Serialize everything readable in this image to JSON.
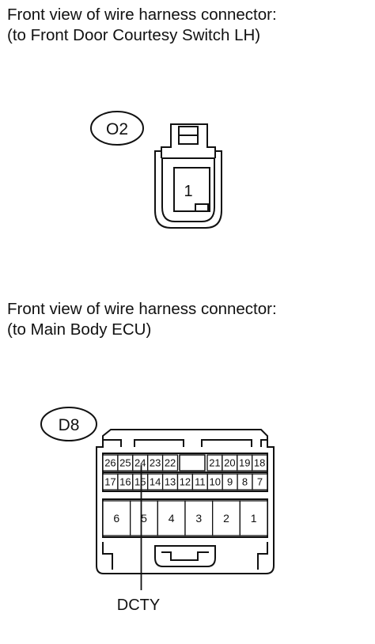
{
  "connector_o2": {
    "caption_line1": "Front view of wire harness connector:",
    "caption_line2": "(to Front Door Courtesy Switch LH)",
    "id_label": "O2",
    "pin": "1"
  },
  "connector_d8": {
    "caption_line1": "Front view of wire harness connector:",
    "caption_line2": "(to Main Body ECU)",
    "id_label": "D8",
    "row1_left": [
      "26",
      "25",
      "24",
      "23",
      "22"
    ],
    "row1_right": [
      "21",
      "20",
      "19",
      "18"
    ],
    "row2": [
      "17",
      "16",
      "15",
      "14",
      "13",
      "12",
      "11",
      "10",
      "9",
      "8",
      "7"
    ],
    "row3": [
      "6",
      "5",
      "4",
      "3",
      "2",
      "1"
    ],
    "signal_label": "DCTY"
  }
}
